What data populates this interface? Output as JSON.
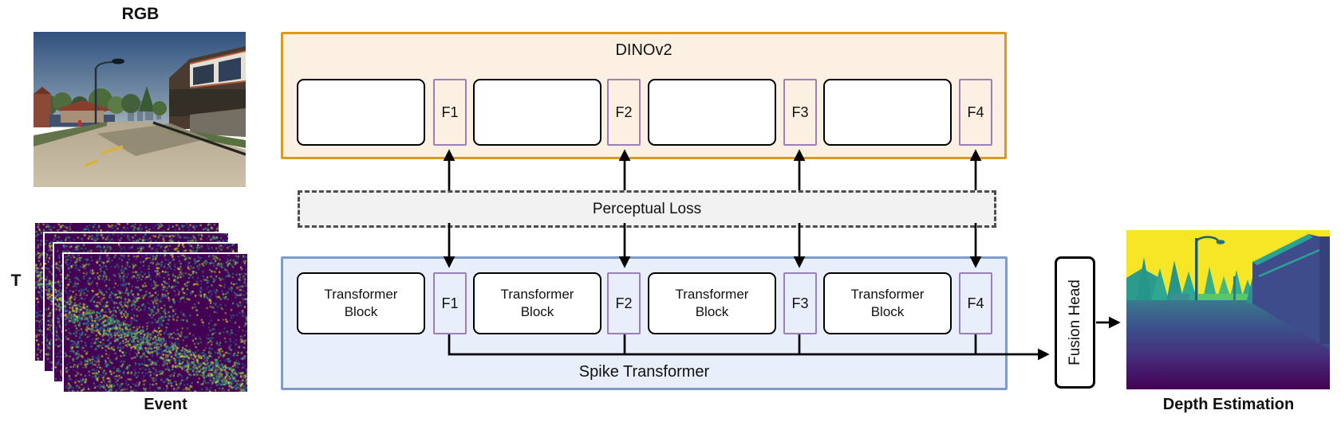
{
  "rgb": {
    "label": "RGB"
  },
  "event": {
    "label": "Event",
    "time_axis_label": "T",
    "frame_count": 4
  },
  "dinov2": {
    "title": "DINOv2",
    "features": [
      "F1",
      "F2",
      "F3",
      "F4"
    ]
  },
  "perceptual_loss": {
    "label": "Perceptual Loss"
  },
  "spike_transformer": {
    "title": "Spike Transformer",
    "block_label": "Transformer Block",
    "features": [
      "F1",
      "F2",
      "F3",
      "F4"
    ]
  },
  "fusion_head": {
    "label": "Fusion Head"
  },
  "depth": {
    "label": "Depth Estimation"
  },
  "colors": {
    "dino_border": "#D79B22",
    "dino_fill": "#FBF0E2",
    "feature_border": "#9C7EB8",
    "spike_border": "#7E9CC9",
    "spike_fill": "#E9EFFA",
    "loss_border": "#4D4D4D",
    "loss_fill": "#F2F2F2",
    "arrow": "#000000",
    "event_bg": "#440154",
    "event_palette": [
      "#fde725",
      "#addc30",
      "#5ec962",
      "#28ae80",
      "#21918c",
      "#2c728e",
      "#3b528b"
    ]
  }
}
